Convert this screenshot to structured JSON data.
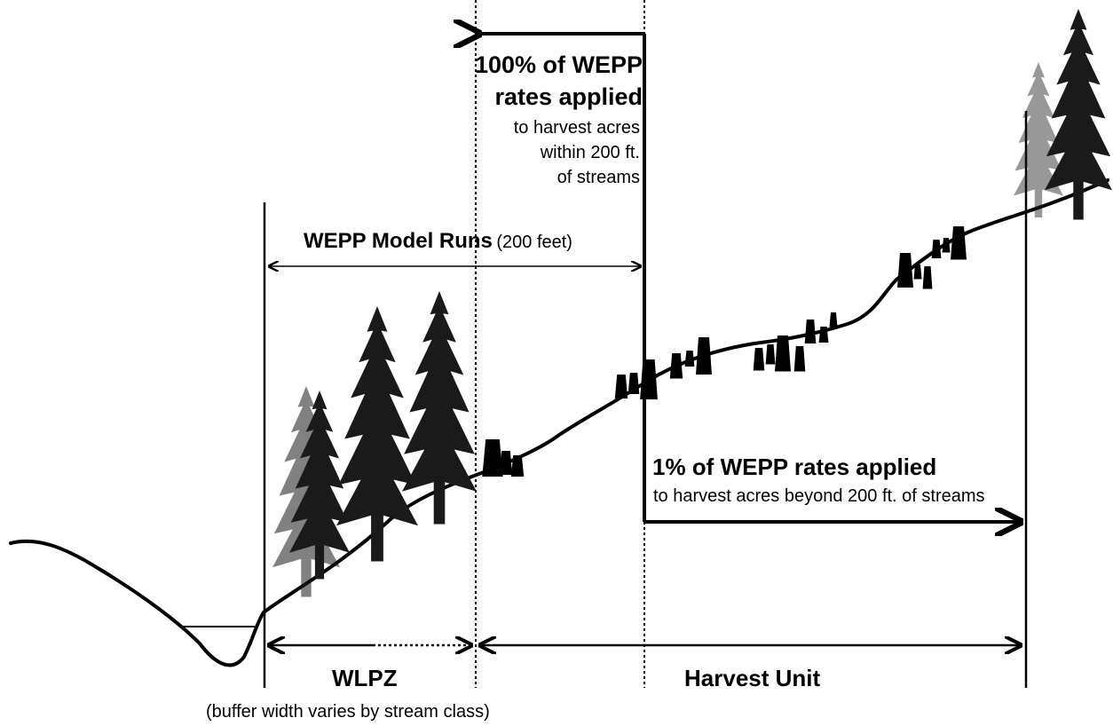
{
  "labels": {
    "top_box_line1": "100% of WEPP",
    "top_box_line2": "rates applied",
    "top_box_line3": "to harvest acres",
    "top_box_line4": "within 200 ft.",
    "top_box_line5": "of streams",
    "model_runs_bold": "WEPP Model Runs",
    "model_runs_note": "(200 feet)",
    "beyond_bold": "1% of WEPP rates applied",
    "beyond_note": "to harvest acres beyond 200 ft. of streams",
    "wlpz": "WLPZ",
    "wlpz_note": "(buffer width varies by stream class)",
    "harvest_unit": "Harvest Unit"
  },
  "colors": {
    "ink": "#000000",
    "background": "#ffffff",
    "tree_fill": "#1a1a1a",
    "tree_light": "#8a8a8a"
  },
  "icons": [
    "conifer-tree-icon",
    "tree-stump-icon",
    "stream-channel-icon"
  ]
}
